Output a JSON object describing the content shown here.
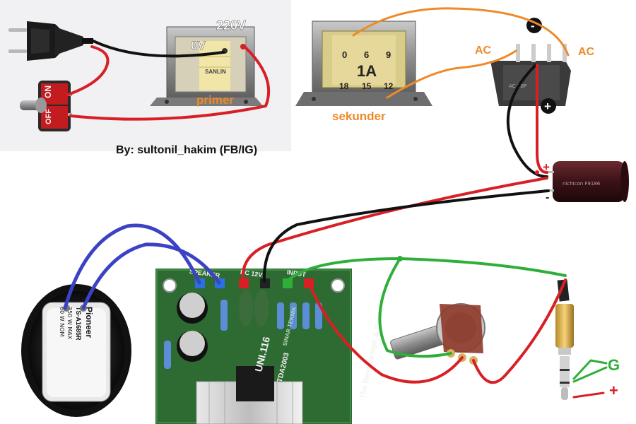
{
  "credit": "By: sultonil_hakim (FB/IG)",
  "primary_transformer": {
    "label": "primer",
    "tap_0v": "0V",
    "tap_220v": "220V",
    "brand": "SANLIN"
  },
  "switch": {
    "on_label": "ON",
    "off_label": "OFF"
  },
  "secondary_transformer": {
    "label": "sekunder",
    "rating": "1A",
    "taps_top": [
      "0",
      "6",
      "9"
    ],
    "taps_bottom": [
      "18",
      "15",
      "12"
    ]
  },
  "bridge_rectifier": {
    "ac_left": "AC",
    "ac_right": "AC",
    "minus": "-",
    "plus": "+"
  },
  "capacitor": {
    "plus": "+",
    "minus": "-"
  },
  "pcb": {
    "pad_speaker": "SPEAKER",
    "pad_dc": "DC 12V",
    "pad_input": "INPUT",
    "model": "UNI.116",
    "chip": "TDA2003",
    "slogan": "The Best Design & Product",
    "brand": "SINAR TEKNIK"
  },
  "speaker": {
    "brand": "Pioneer",
    "model": "TS-A1685R",
    "power_max": "350 W MAX",
    "power_nom": "60 W NOM"
  },
  "audio_jack": {
    "ground_label": "G",
    "plus_label": "+"
  },
  "colors": {
    "red_wire": "#d81f26",
    "black_wire": "#111111",
    "orange_wire": "#ee8a2a",
    "blue_wire": "#3b43c4",
    "green_wire": "#2fae3a",
    "label_orange": "#ee8a2a",
    "label_green": "#2fae3a",
    "pcb_green": "#2e6b32"
  }
}
